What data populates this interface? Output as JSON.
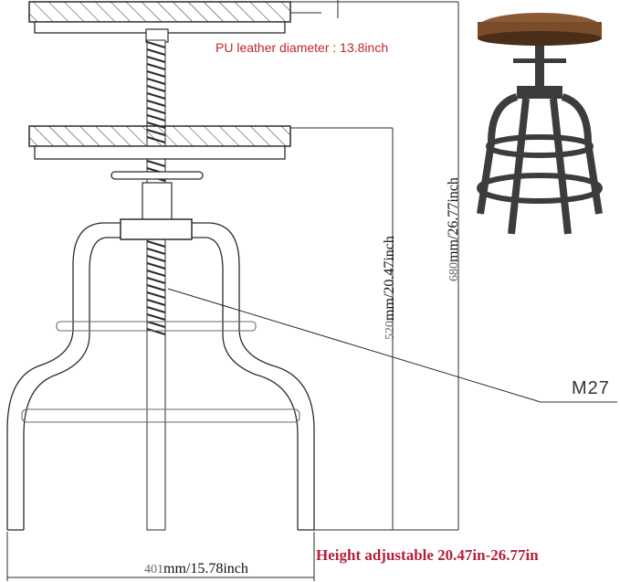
{
  "labels": {
    "pu_diameter": "PU leather diameter : 13.8inch",
    "height_adjustable": "Height adjustable 20.47in-26.77in",
    "width_mm": "401",
    "width_rest": "mm/15.78inch",
    "min_height_mm": "520",
    "min_height_rest": "mm/20.47inch",
    "max_height_mm": "680",
    "max_height_rest": "mm/26.77inch",
    "thread": "M27"
  },
  "colors": {
    "line": "#2b2b2b",
    "red_label": "#c0262a",
    "magenta_label": "#b5203a",
    "leather": "#8a5a35",
    "metal": "#3c3c3c"
  },
  "icons": {
    "product_photo": "industrial-bar-stool-icon"
  }
}
